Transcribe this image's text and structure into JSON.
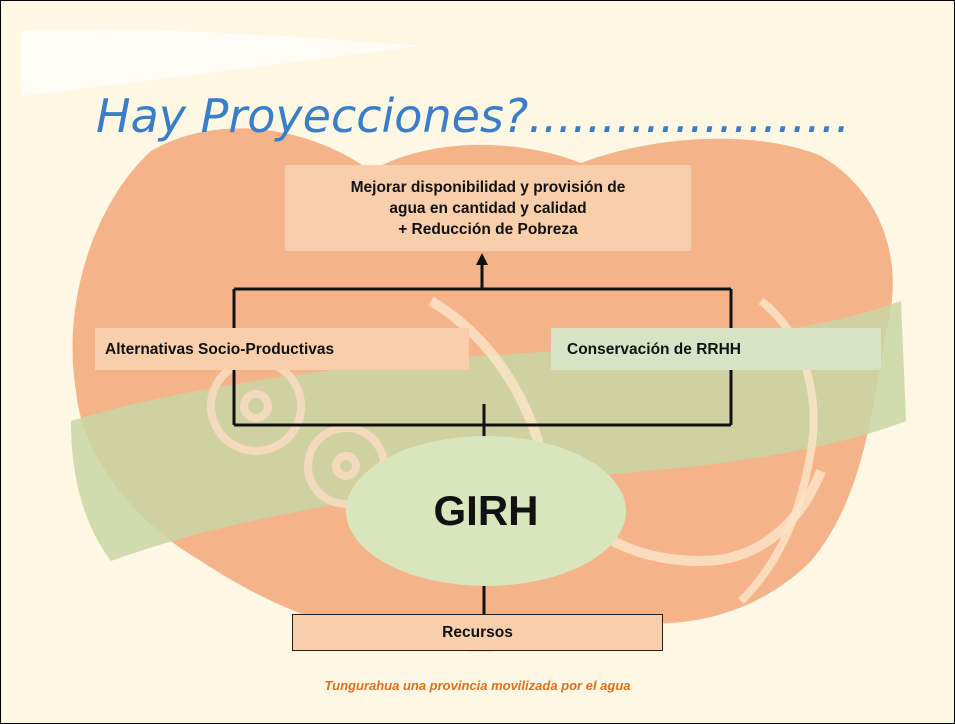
{
  "slide": {
    "title": "Hay Proyecciones?......................",
    "goal_lines": [
      "Mejorar disponibilidad y provisión de",
      "agua en cantidad y calidad",
      "+ Reducción de Pobreza"
    ],
    "left_box": "Alternativas Socio-Productivas",
    "right_box": "Conservación de RRHH",
    "center": "GIRH",
    "bottom_box": "Recursos",
    "footer": "Tungurahua una provincia movilizada por el agua"
  },
  "colors": {
    "title": "#3a7dc9",
    "peach": "#f9cfab",
    "green": "#d8e3c5",
    "ellipse": "#d9e6bd",
    "footer": "#e0701f",
    "background_orange": "#f3a77a",
    "background_green": "#c9d6a4"
  }
}
